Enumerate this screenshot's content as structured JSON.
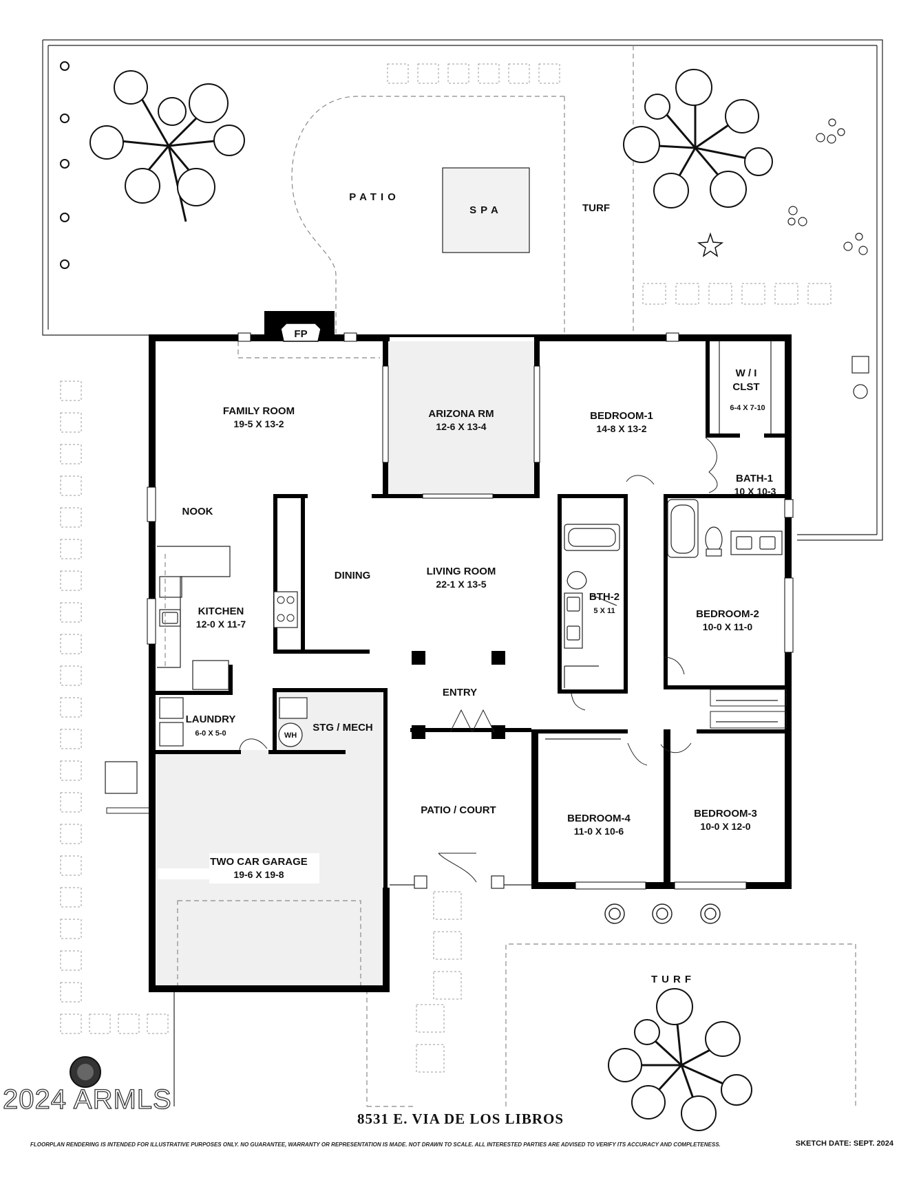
{
  "watermark": "2024 ARMLS",
  "address": "8531 E. VIA DE LOS LIBROS",
  "disclaimer": "FLOORPLAN RENDERING IS INTENDED FOR ILLUSTRATIVE PURPOSES ONLY.  NO GUARANTEE, WARRANTY OR REPRESENTATION IS MADE.  NOT DRAWN TO SCALE.  ALL INTERESTED PARTIES ARE ADVISED TO VERIFY ITS ACCURACY AND COMPLETENESS.",
  "sketch_date": "SKETCH DATE:   SEPT. 2024",
  "outdoor": {
    "patio": "PATIO",
    "spa": "SPA",
    "turf_back": "TURF",
    "turf_front": "TURF",
    "fireplace": "FP"
  },
  "rooms": {
    "family_room": {
      "name": "FAMILY ROOM",
      "dims": "19-5  X  13-2"
    },
    "arizona_rm": {
      "name": "ARIZONA RM",
      "dims": "12-6  X  13-4"
    },
    "bedroom_1": {
      "name": "BEDROOM-1",
      "dims": "14-8  X  13-2"
    },
    "wi_closet": {
      "name1": "W / I",
      "name2": "CLST",
      "dims": "6-4 X 7-10"
    },
    "bath_1": {
      "name": "BATH-1",
      "dims": "10 X 10-3"
    },
    "nook": {
      "name": "NOOK"
    },
    "dining": {
      "name": "DINING"
    },
    "living_room": {
      "name": "LIVING ROOM",
      "dims": "22-1  X  13-5"
    },
    "bath_2": {
      "name": "BTH-2",
      "dims": "5 X 11"
    },
    "kitchen": {
      "name": "KITCHEN",
      "dims": "12-0  X  11-7"
    },
    "bedroom_2": {
      "name": "BEDROOM-2",
      "dims": "10-0  X  11-0"
    },
    "entry": {
      "name": "ENTRY"
    },
    "laundry": {
      "name": "LAUNDRY",
      "dims": "6-0 X 5-0"
    },
    "stg_mech": {
      "name": "STG / MECH",
      "wh": "WH"
    },
    "patio_court": {
      "name": "PATIO / COURT"
    },
    "bedroom_4": {
      "name": "BEDROOM-4",
      "dims": "11-0  X  10-6"
    },
    "bedroom_3": {
      "name": "BEDROOM-3",
      "dims": "10-0  X  12-0"
    },
    "garage": {
      "name": "TWO CAR GARAGE",
      "dims": "19-6  X  19-8"
    }
  }
}
